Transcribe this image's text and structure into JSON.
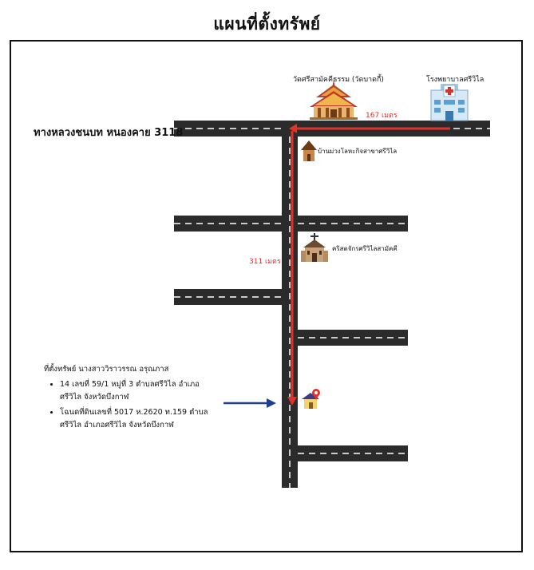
{
  "title": "แผนที่ตั้งทรัพย์",
  "road_name": "ทางหลวงชนบท หนองคาย 3118",
  "landmarks": {
    "wat": "วัดศรีสามัคคีธรรม (วัดบาดกี้)",
    "hospital": "โรงพยาบาลศรีวิไล",
    "house": "บ้านม่วงโลหะกิจสาขาศรีวิไล",
    "church": "คริสตจักรศรีวิไลสามัคคี"
  },
  "distances": {
    "top_segment": "167 เมตร",
    "vertical_segment": "311 เมตร"
  },
  "property_info": {
    "heading": "ที่ตั้งทรัพย์ นางสาววิราวรรณ อรุณภาส",
    "bullets": [
      "14 เลขที่ 59/1 หมู่ที่ 3 ตำบลศรีวิไล อำเภอศรีวิไล จังหวัดบึงกาฬ",
      "โฉนดที่ดินเลขที่ 5017 ห.2620 ท.159 ตำบลศรีวิไล อำเภอศรีวิไล จังหวัดบึงกาฬ"
    ]
  },
  "colors": {
    "road": "#2b2b2b",
    "lane_marking": "#ffffff",
    "route": "#e0322a",
    "arrow": "#1f3f8a",
    "pin": "#e0322a"
  },
  "icons": {
    "wat": "temple-icon",
    "hospital": "hospital-icon",
    "house": "house-icon",
    "church": "church-icon",
    "property": "property-pin-icon"
  }
}
